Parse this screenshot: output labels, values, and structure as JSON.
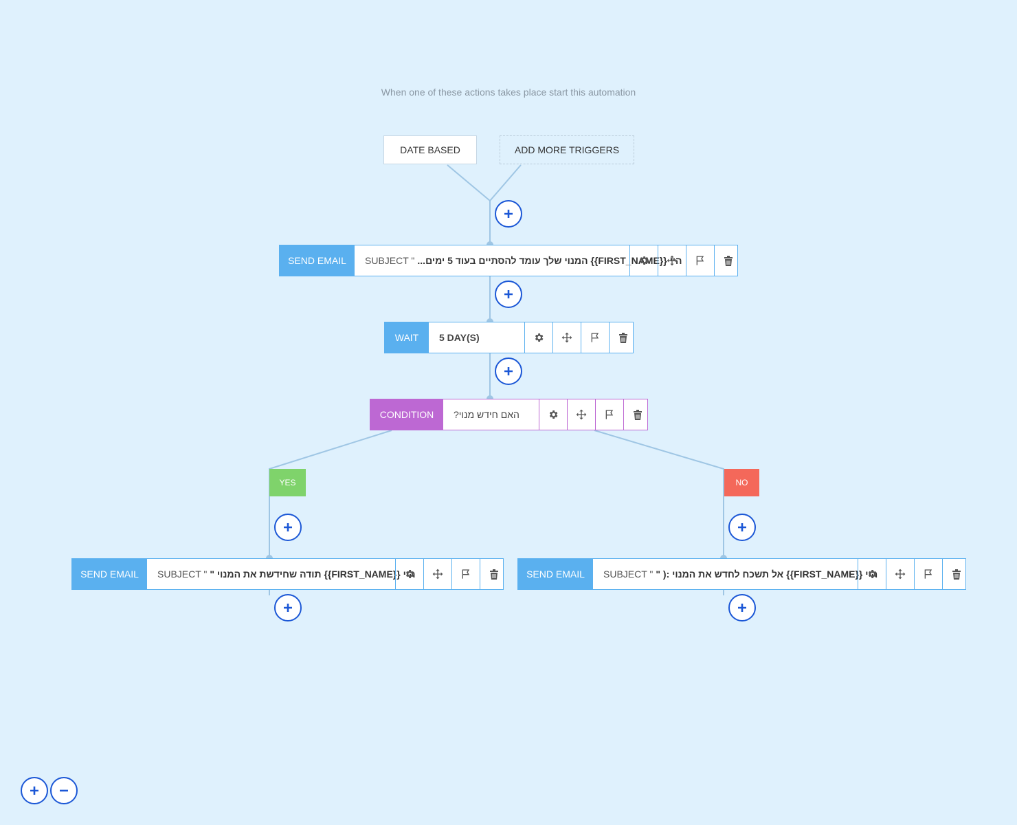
{
  "intro_text": "When one of these actions takes place start this automation",
  "triggers": [
    "DATE BASED",
    "ADD MORE TRIGGERS"
  ],
  "actions": [
    {
      "label": "SEND EMAIL",
      "prefix": "SUBJECT \"",
      "text": "היי {{FIRST_NAME}} המנוי שלך עומד להסתיים בעוד 5 ימים..."
    },
    {
      "label": "WAIT",
      "prefix": "",
      "text": "5 DAY(S)"
    },
    {
      "label": "CONDITION",
      "prefix": "",
      "text": "האם חידש מנוי?"
    },
    {
      "label": "SEND EMAIL",
      "prefix": "SUBJECT \"",
      "text": "היי {{FIRST_NAME}} תודה שחידשת את המנוי \""
    },
    {
      "label": "SEND EMAIL",
      "prefix": "SUBJECT \"",
      "text": "היי {{FIRST_NAME}} אל תשכח לחדש את המנוי :( \""
    }
  ],
  "branches": {
    "yes": "YES",
    "no": "NO"
  },
  "toolbar_icons": [
    "gear-icon",
    "move-icon",
    "flag-icon",
    "trash-icon"
  ],
  "zoom_controls": [
    "zoom-in-icon",
    "zoom-out-icon"
  ],
  "colors": {
    "background": "#dff1fd",
    "email_accent": "#5ab0ef",
    "condition_accent": "#bd68d3",
    "yes": "#7fd36b",
    "no": "#f4685a",
    "plus_border": "#1b57d6",
    "connector": "#9fc6e4"
  }
}
